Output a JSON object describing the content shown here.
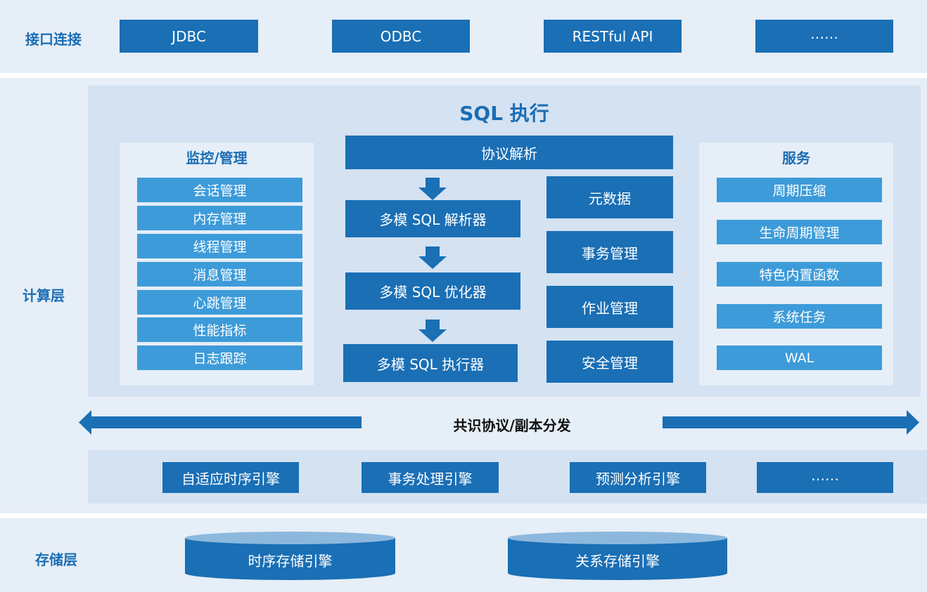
{
  "interface_layer": {
    "label": "接口连接",
    "items": [
      "JDBC",
      "ODBC",
      "RESTful API",
      "……"
    ]
  },
  "compute_layer": {
    "label": "计算层",
    "sql_exec": {
      "title": "SQL 执行",
      "monitor": {
        "title": "监控/管理",
        "items": [
          "会话管理",
          "内存管理",
          "线程管理",
          "消息管理",
          "心跳管理",
          "性能指标",
          "日志跟踪"
        ]
      },
      "protocol_parse": "协议解析",
      "pipeline": [
        "多模 SQL 解析器",
        "多模 SQL 优化器",
        "多模 SQL 执行器"
      ],
      "side_items": [
        "元数据",
        "事务管理",
        "作业管理",
        "安全管理"
      ],
      "services": {
        "title": "服务",
        "items": [
          "周期压缩",
          "生命周期管理",
          "特色内置函数",
          "系统任务",
          "WAL"
        ]
      }
    },
    "consensus": "共识协议/副本分发",
    "engines": [
      "自适应时序引擎",
      "事务处理引擎",
      "预测分析引擎",
      "……"
    ]
  },
  "storage_layer": {
    "label": "存储层",
    "items": [
      "时序存储引擎",
      "关系存储引擎"
    ]
  },
  "colors": {
    "dark_blue": "#1a6fb5",
    "light_blue": "#3d9bd9",
    "label_blue": "#1a6db4",
    "band_bg": "#e6eef7",
    "panel_bg": "#d4e2f2"
  }
}
